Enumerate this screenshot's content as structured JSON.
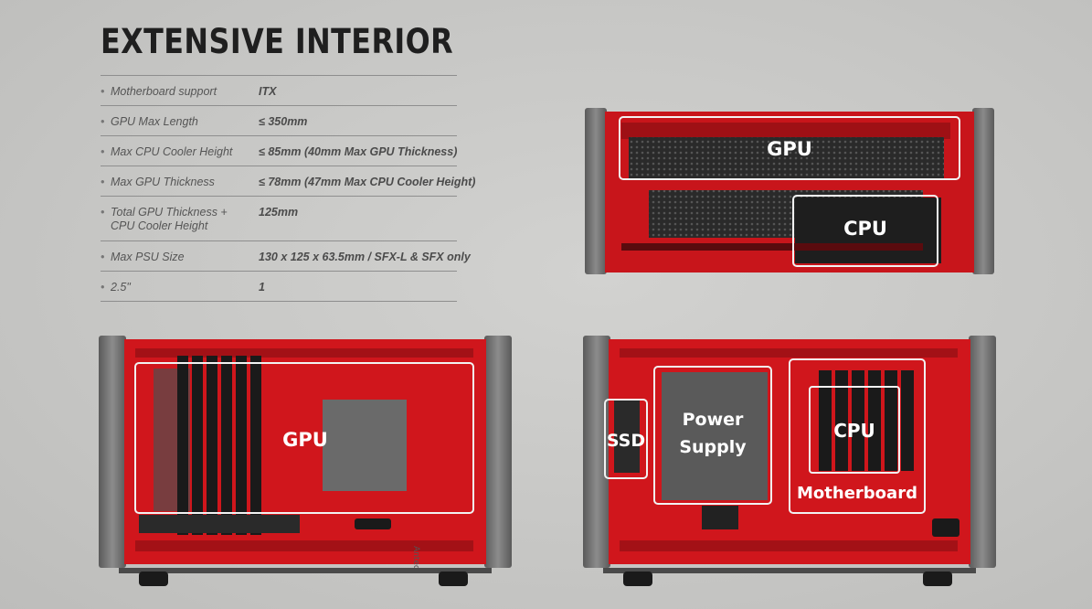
{
  "title": "EXTENSIVE INTERIOR",
  "specs": [
    {
      "label": "Motherboard support",
      "value": "ITX"
    },
    {
      "label": "GPU Max Length",
      "value": "≤ 350mm"
    },
    {
      "label": "Max CPU Cooler Height",
      "value": "≤ 85mm (40mm Max GPU Thickness)"
    },
    {
      "label": "Max GPU Thickness",
      "value": "≤ 78mm (47mm Max CPU Cooler Height)"
    },
    {
      "label": "Total GPU Thickness + CPU Cooler Height",
      "value": "125mm"
    },
    {
      "label": "Max PSU Size",
      "value": "130 x 125 x 63.5mm / SFX-L & SFX only"
    },
    {
      "label": "2.5\"",
      "value": "1"
    }
  ],
  "top_view": {
    "gpu_label": "GPU",
    "cpu_label": "CPU"
  },
  "left_view": {
    "gpu_label": "GPU",
    "brand_text": "Antec"
  },
  "right_view": {
    "ssd_label": "SSD",
    "psu_label_line1": "Power",
    "psu_label_line2": "Supply",
    "cpu_label": "CPU",
    "motherboard_label": "Motherboard"
  },
  "colors": {
    "case_red": "#d0161c",
    "frame_gray": "#6d6d6d",
    "component_dark": "#1c1c1c"
  }
}
